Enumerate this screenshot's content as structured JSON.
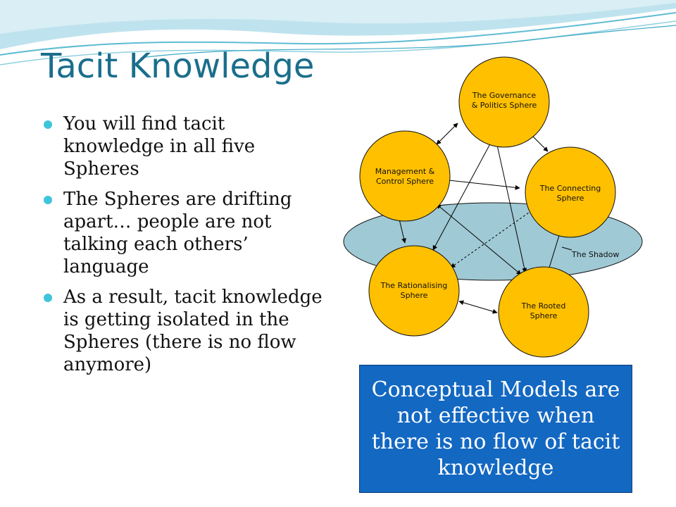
{
  "slide": {
    "title": "Tacit Knowledge",
    "bullets": [
      "You will find tacit knowledge in all five Spheres",
      "The Spheres are drifting apart… people are not talking each others’ language",
      "As a result, tacit knowledge is getting isolated in the Spheres (there is no flow anymore)"
    ],
    "callout": "Conceptual Models are not effective when there is no flow of tacit knowledge"
  },
  "diagram": {
    "spheres": [
      {
        "id": "governance",
        "lines": [
          "The Governance",
          "& Politics Sphere"
        ]
      },
      {
        "id": "management",
        "lines": [
          "Management &",
          "Control Sphere"
        ]
      },
      {
        "id": "connecting",
        "lines": [
          "The Connecting",
          "Sphere"
        ]
      },
      {
        "id": "rationalising",
        "lines": [
          "The Rationalising",
          "Sphere"
        ]
      },
      {
        "id": "rooted",
        "lines": [
          "The Rooted",
          "Sphere"
        ]
      }
    ],
    "shadow_label": "The Shadow",
    "colors": {
      "sphere_fill": "#ffc000",
      "shadow_fill": "#9fc9d4",
      "callout_bg": "#1368c2",
      "title": "#1a6e8c",
      "bullet": "#3fc4dc"
    }
  }
}
